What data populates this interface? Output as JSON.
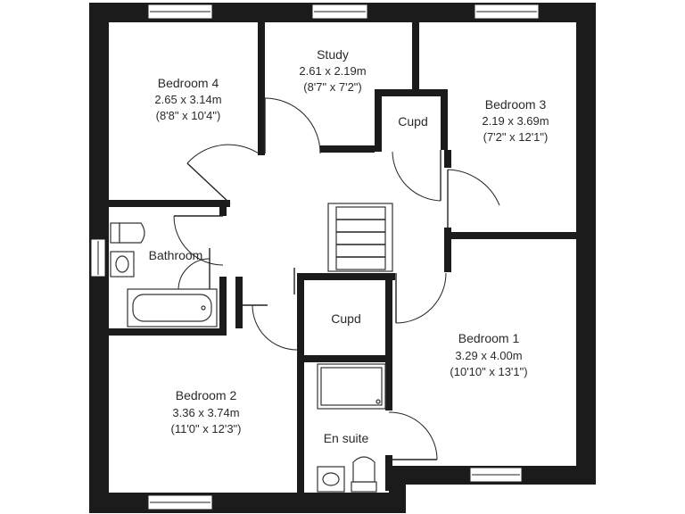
{
  "rooms": {
    "bedroom4": {
      "name": "Bedroom 4",
      "metric": "2.65 x 3.14m",
      "imperial": "(8'8\" x 10'4\")"
    },
    "study": {
      "name": "Study",
      "metric": "2.61 x 2.19m",
      "imperial": "(8'7\" x 7'2\")"
    },
    "cupd_top": {
      "name": "Cupd"
    },
    "bedroom3": {
      "name": "Bedroom 3",
      "metric": "2.19 x 3.69m",
      "imperial": "(7'2\" x 12'1\")"
    },
    "bathroom": {
      "name": "Bathroom"
    },
    "cupd_mid": {
      "name": "Cupd"
    },
    "bedroom1": {
      "name": "Bedroom 1",
      "metric": "3.29 x 4.00m",
      "imperial": "(10'10\" x 13'1\")"
    },
    "bedroom2": {
      "name": "Bedroom 2",
      "metric": "3.36 x 3.74m",
      "imperial": "(11'0\" x 12'3\")"
    },
    "ensuite": {
      "name": "En suite"
    }
  },
  "colors": {
    "wall": "#1b1b1b",
    "background": "#ffffff",
    "text": "#2a2a2a"
  }
}
